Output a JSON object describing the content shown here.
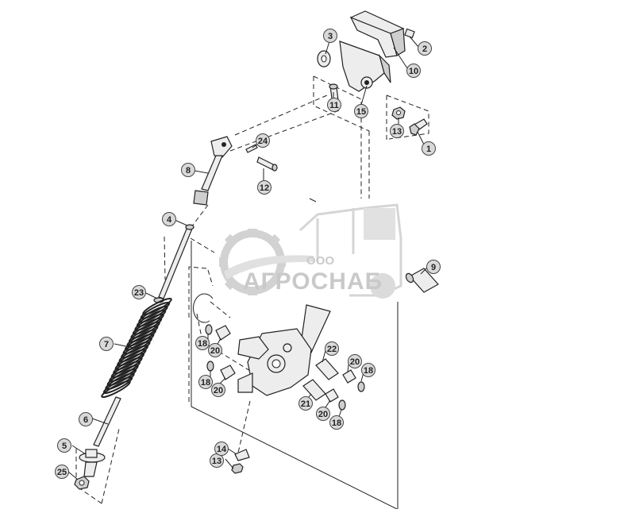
{
  "watermark": {
    "prefix": "ООО",
    "brand": "АГРОСНАБ"
  },
  "callouts": [
    {
      "id": "c1",
      "label": "1"
    },
    {
      "id": "c2",
      "label": "2"
    },
    {
      "id": "c3",
      "label": "3"
    },
    {
      "id": "c4",
      "label": "4"
    },
    {
      "id": "c5",
      "label": "5"
    },
    {
      "id": "c6",
      "label": "6"
    },
    {
      "id": "c7",
      "label": "7"
    },
    {
      "id": "c8",
      "label": "8"
    },
    {
      "id": "c9",
      "label": "9"
    },
    {
      "id": "c10",
      "label": "10"
    },
    {
      "id": "c11",
      "label": "11"
    },
    {
      "id": "c12",
      "label": "12"
    },
    {
      "id": "c13a",
      "label": "13"
    },
    {
      "id": "c13b",
      "label": "13"
    },
    {
      "id": "c14",
      "label": "14"
    },
    {
      "id": "c15",
      "label": "15"
    },
    {
      "id": "c18a",
      "label": "18"
    },
    {
      "id": "c18b",
      "label": "18"
    },
    {
      "id": "c18c",
      "label": "18"
    },
    {
      "id": "c18d",
      "label": "18"
    },
    {
      "id": "c20a",
      "label": "20"
    },
    {
      "id": "c20b",
      "label": "20"
    },
    {
      "id": "c20c",
      "label": "20"
    },
    {
      "id": "c20d",
      "label": "20"
    },
    {
      "id": "c21",
      "label": "21"
    },
    {
      "id": "c22",
      "label": "22"
    },
    {
      "id": "c23",
      "label": "23"
    },
    {
      "id": "c24",
      "label": "24"
    },
    {
      "id": "c25",
      "label": "25"
    }
  ]
}
